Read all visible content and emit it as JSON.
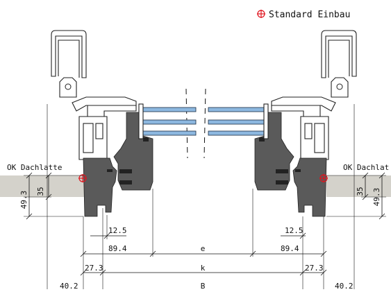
{
  "legend": {
    "label": "Standard Einbau",
    "icon": "crosshair-red-icon",
    "color": "#e0141e"
  },
  "labels": {
    "left_batten": "OK Dachlatte",
    "right_batten": "OK Dachlat"
  },
  "dimensions": {
    "height_outer_left": "49.3",
    "height_inner_left": "35",
    "height_outer_right": "49.3",
    "height_inner_right": "35",
    "rebate_left": "12.5",
    "rebate_right": "12.5",
    "frame_left": "89.4",
    "frame_right": "89.4",
    "glass_width": "e",
    "edge_left": "27.3",
    "edge_right": "27.3",
    "inner_width": "k",
    "outer_left": "40.2",
    "outer_right": "40.2",
    "overall_width": "B"
  },
  "colors": {
    "glass": "#8db8e0",
    "batten": "#d4d2cb",
    "wood": "#5a5a5a",
    "marker": "#e0141e"
  }
}
